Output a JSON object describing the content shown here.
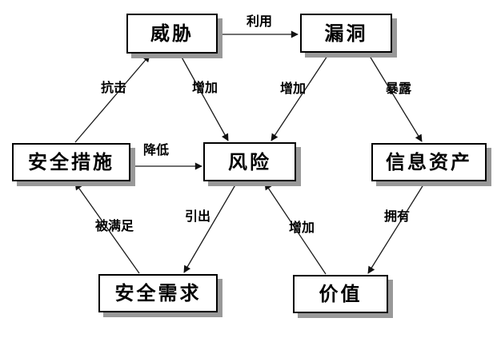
{
  "diagram": {
    "nodes": {
      "threat": {
        "label": "威胁"
      },
      "vulnerability": {
        "label": "漏洞"
      },
      "security_measures": {
        "label": "安全措施"
      },
      "risk": {
        "label": "风险"
      },
      "information_assets": {
        "label": "信息资产"
      },
      "security_requirements": {
        "label": "安全需求"
      },
      "value": {
        "label": "价值"
      }
    },
    "edges": {
      "exploit": {
        "label": "利用",
        "from": "威胁",
        "to": "漏洞"
      },
      "resist": {
        "label": "抗击",
        "from": "安全措施",
        "to": "威胁"
      },
      "threat_increase": {
        "label": "增加",
        "from": "威胁",
        "to": "风险"
      },
      "vuln_increase": {
        "label": "增加",
        "from": "漏洞",
        "to": "风险"
      },
      "expose": {
        "label": "暴露",
        "from": "漏洞",
        "to": "信息资产"
      },
      "reduce": {
        "label": "降低",
        "from": "安全措施",
        "to": "风险"
      },
      "satisfied_by": {
        "label": "被满足",
        "from": "安全需求",
        "to": "安全措施"
      },
      "lead_to": {
        "label": "引出",
        "from": "风险",
        "to": "安全需求"
      },
      "value_increase": {
        "label": "增加",
        "from": "价值",
        "to": "风险"
      },
      "own": {
        "label": "拥有",
        "from": "信息资产",
        "to": "价值"
      }
    },
    "colors": {
      "box_border": "#000000",
      "box_background": "#ffffff",
      "box_shadow": "#999999",
      "line": "#1a1a1a",
      "page_background": "#ffffff"
    }
  }
}
